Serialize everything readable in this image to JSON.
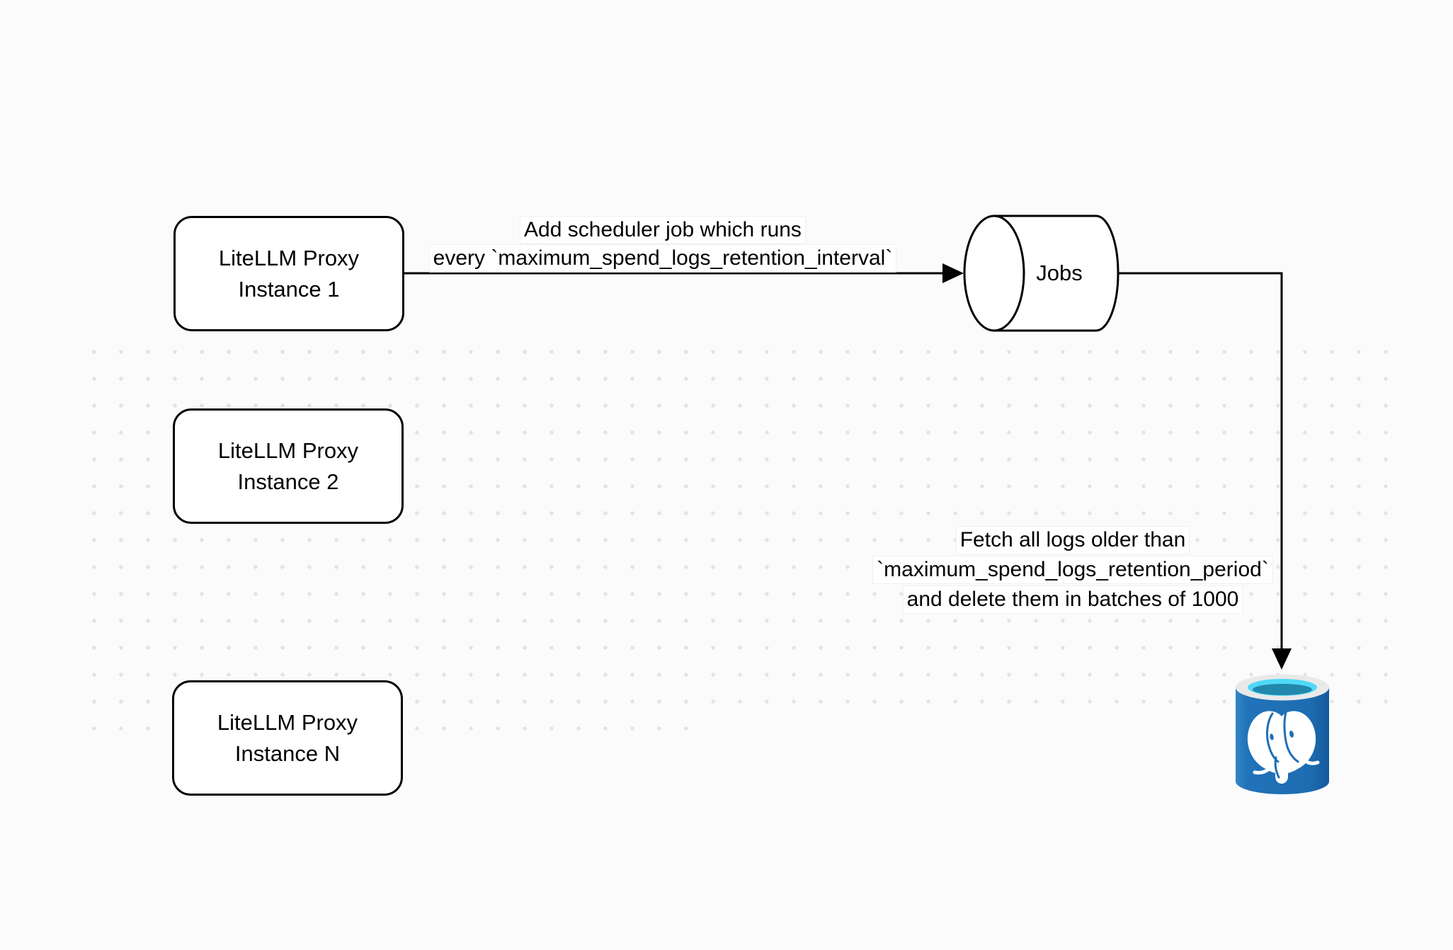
{
  "canvas": {
    "background_color": "#FBFBFB",
    "grid_dot_color": "#E3E3E3"
  },
  "nodes": {
    "proxy_instances": [
      {
        "line1": "LiteLLM Proxy",
        "line2": "Instance 1"
      },
      {
        "line1": "LiteLLM Proxy",
        "line2": "Instance 2"
      },
      {
        "line1": "LiteLLM Proxy",
        "line2": "Instance N"
      }
    ],
    "jobs_queue": {
      "label": "Jobs",
      "shape": "horizontal-cylinder"
    },
    "database": {
      "icon": "postgresql-database-icon",
      "body_color": "#1F6FB5",
      "rim_color": "#E9E9E9",
      "opening_color": "#4ED9F6",
      "liquid_color": "#2287AC"
    }
  },
  "edges": [
    {
      "from": "proxy-instance-1",
      "to": "jobs-queue",
      "label_lines": [
        "Add scheduler job which runs",
        "every `maximum_spend_logs_retention_interval`"
      ]
    },
    {
      "from": "jobs-queue",
      "to": "postgresql-database",
      "label_lines": [
        "Fetch all logs older than",
        "`maximum_spend_logs_retention_period`",
        "and delete them in batches of 1000"
      ]
    }
  ]
}
